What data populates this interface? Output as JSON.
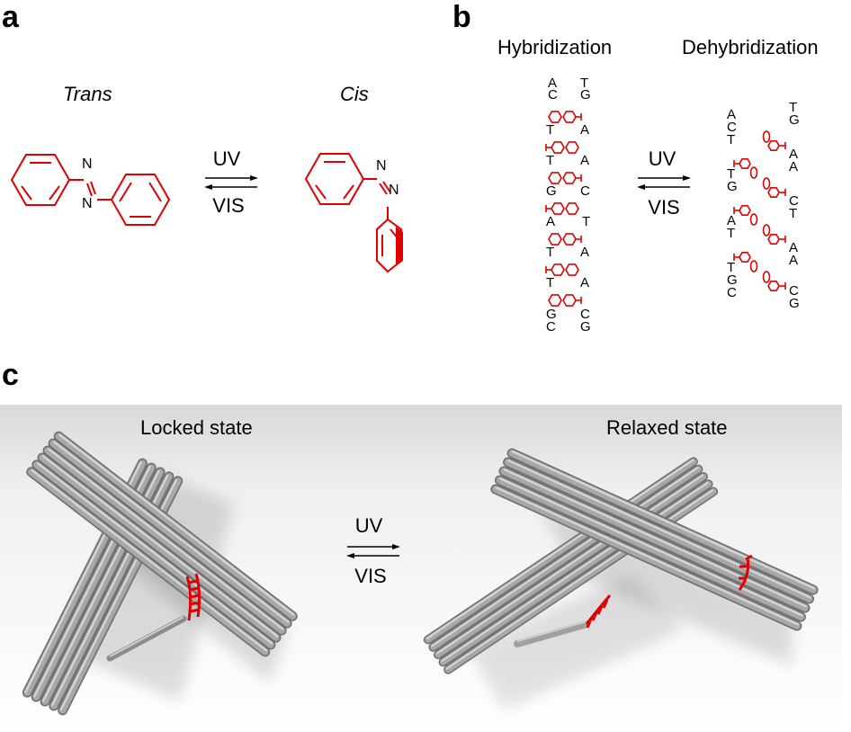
{
  "panels": {
    "a": {
      "label": "a",
      "trans_title": "Trans",
      "cis_title": "Cis",
      "atom_N": "N",
      "arrow_top": "UV",
      "arrow_bottom": "VIS",
      "molecule_color": "#e00000"
    },
    "b": {
      "label": "b",
      "left_title": "Hybridization",
      "right_title": "Dehybridization",
      "arrow_top": "UV",
      "arrow_bottom": "VIS",
      "hybridized_pairs": [
        [
          "A",
          "T"
        ],
        [
          "C",
          "G"
        ],
        [
          "T",
          "A"
        ],
        [
          "T",
          "A"
        ],
        [
          "G",
          "C"
        ],
        [
          "A",
          "T"
        ],
        [
          "T",
          "A"
        ],
        [
          "T",
          "A"
        ],
        [
          "G",
          "C"
        ],
        [
          "C",
          "G"
        ]
      ],
      "dehybridized_left": [
        "A",
        "C",
        "T",
        "T",
        "G",
        "A",
        "T",
        "T",
        "G",
        "C"
      ],
      "dehybridized_right": [
        "T",
        "G",
        "A",
        "A",
        "C",
        "T",
        "A",
        "A",
        "C",
        "G"
      ],
      "azobenzene_color": "#e00000"
    },
    "c": {
      "label": "c",
      "left_title": "Locked state",
      "right_title": "Relaxed state",
      "arrow_top": "UV",
      "arrow_bottom": "VIS",
      "lock_color": "#e00000",
      "rod_color": "#9a9a9a"
    }
  }
}
